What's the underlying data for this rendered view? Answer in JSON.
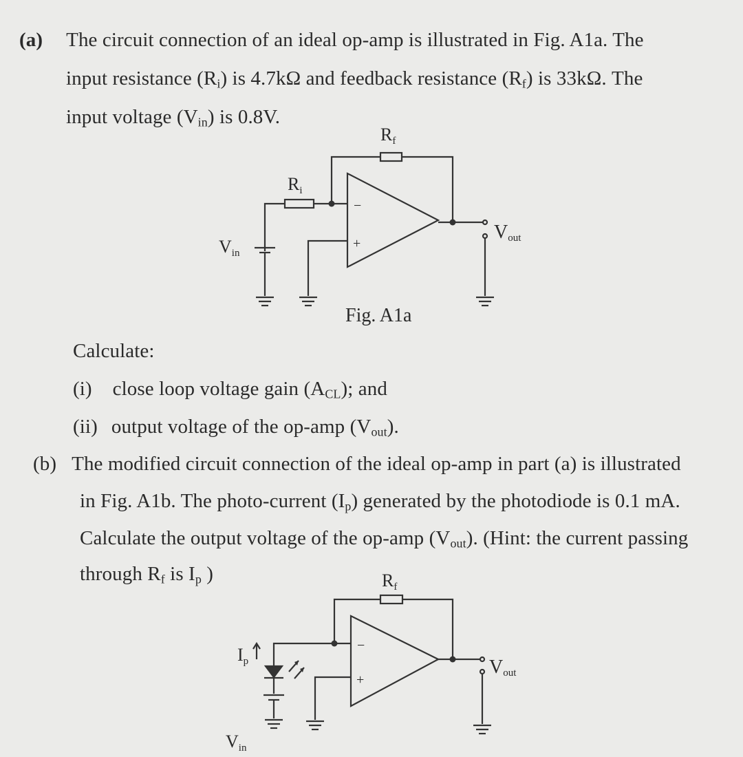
{
  "part_a": {
    "label": "(a)",
    "line1": "The circuit connection of an ideal op-amp is illustrated in Fig. A1a. The",
    "line2_pre": "input resistance (R",
    "line2_sub1": "i",
    "line2_mid": ") is 4.7kΩ and feedback resistance (R",
    "line2_sub2": "f",
    "line2_post": ") is 33kΩ. The",
    "line3_pre": "input voltage (V",
    "line3_sub": "in",
    "line3_post": ") is 0.8V.",
    "figure": {
      "rf_main": "R",
      "rf_sub": "f",
      "ri_main": "R",
      "ri_sub": "i",
      "vin_main": "V",
      "vin_sub": "in",
      "vout_main": "V",
      "vout_sub": "out",
      "minus": "−",
      "plus": "+",
      "caption": "Fig. A1a"
    },
    "calculate": "Calculate:",
    "item1_label": "(i)",
    "item1_pre": "close loop voltage gain (A",
    "item1_sub": "CL",
    "item1_post": "); and",
    "item2_label": "(ii)",
    "item2_pre": "output voltage of the op-amp (V",
    "item2_sub": "out",
    "item2_post": ")."
  },
  "part_b": {
    "label": "(b)",
    "line1": "The modified circuit connection of the ideal op-amp in part (a) is illustrated",
    "line2_pre": "in Fig. A1b. The photo-current (I",
    "line2_sub": "p",
    "line2_post": ") generated by the photodiode is 0.1 mA.",
    "line3_pre": "Calculate the output voltage of the op-amp (V",
    "line3_sub": "out",
    "line3_post": "). (Hint: the current passing",
    "line4_pre": "through R",
    "line4_sub1": "f",
    "line4_mid": " is I",
    "line4_sub2": "p",
    "line4_post": " )",
    "figure": {
      "rf_main": "R",
      "rf_sub": "f",
      "ip_main": "I",
      "ip_sub": "p",
      "vin_main": "V",
      "vin_sub": "in",
      "vout_main": "V",
      "vout_sub": "out",
      "minus": "−",
      "plus": "+"
    }
  }
}
